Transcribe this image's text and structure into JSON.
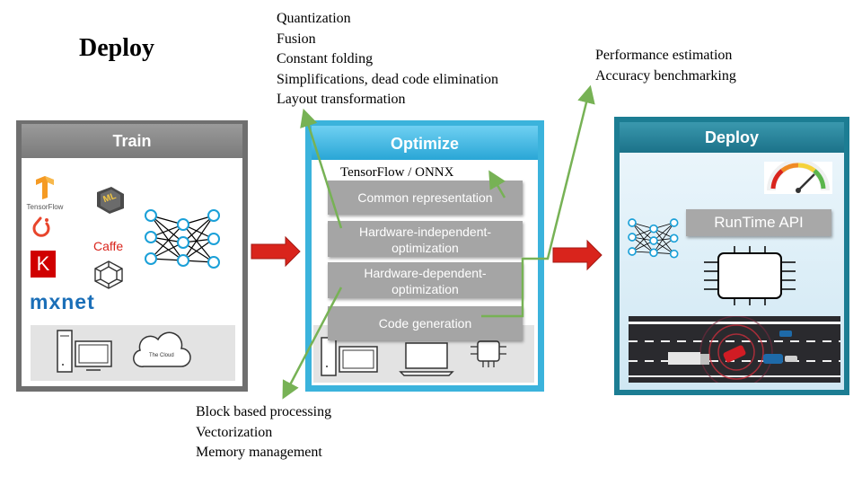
{
  "title": "Deploy",
  "optimizations_top": [
    "Quantization",
    "Fusion",
    "Constant folding",
    "Simplifications,  dead code elimination",
    "Layout transformation"
  ],
  "optimizations_bottom": [
    "Block based processing",
    "Vectorization",
    "Memory management"
  ],
  "deploy_notes": [
    "Performance estimation",
    "Accuracy benchmarking"
  ],
  "train": {
    "header": "Train",
    "frameworks": {
      "tensorflow": "TensorFlow",
      "ml": "ML",
      "caffe": "Caffe",
      "keras": "K",
      "mxnet": "mxnet"
    },
    "cloud_label": "The Cloud"
  },
  "optimize": {
    "header": "Optimize",
    "format": "TensorFlow / ONNX",
    "steps": [
      "Common representation",
      "Hardware-independent-\noptimization",
      "Hardware-dependent-\noptimization",
      "Code generation"
    ]
  },
  "deploy": {
    "header": "Deploy",
    "api": "RunTime API"
  },
  "colors": {
    "train_frame": "#6f6f6f",
    "optimize_frame": "#3bb3dc",
    "deploy_frame": "#1c7d93",
    "green_arrow": "#77b255",
    "red_arrow": "#d9241c",
    "step_box": "#a5a5a5"
  }
}
